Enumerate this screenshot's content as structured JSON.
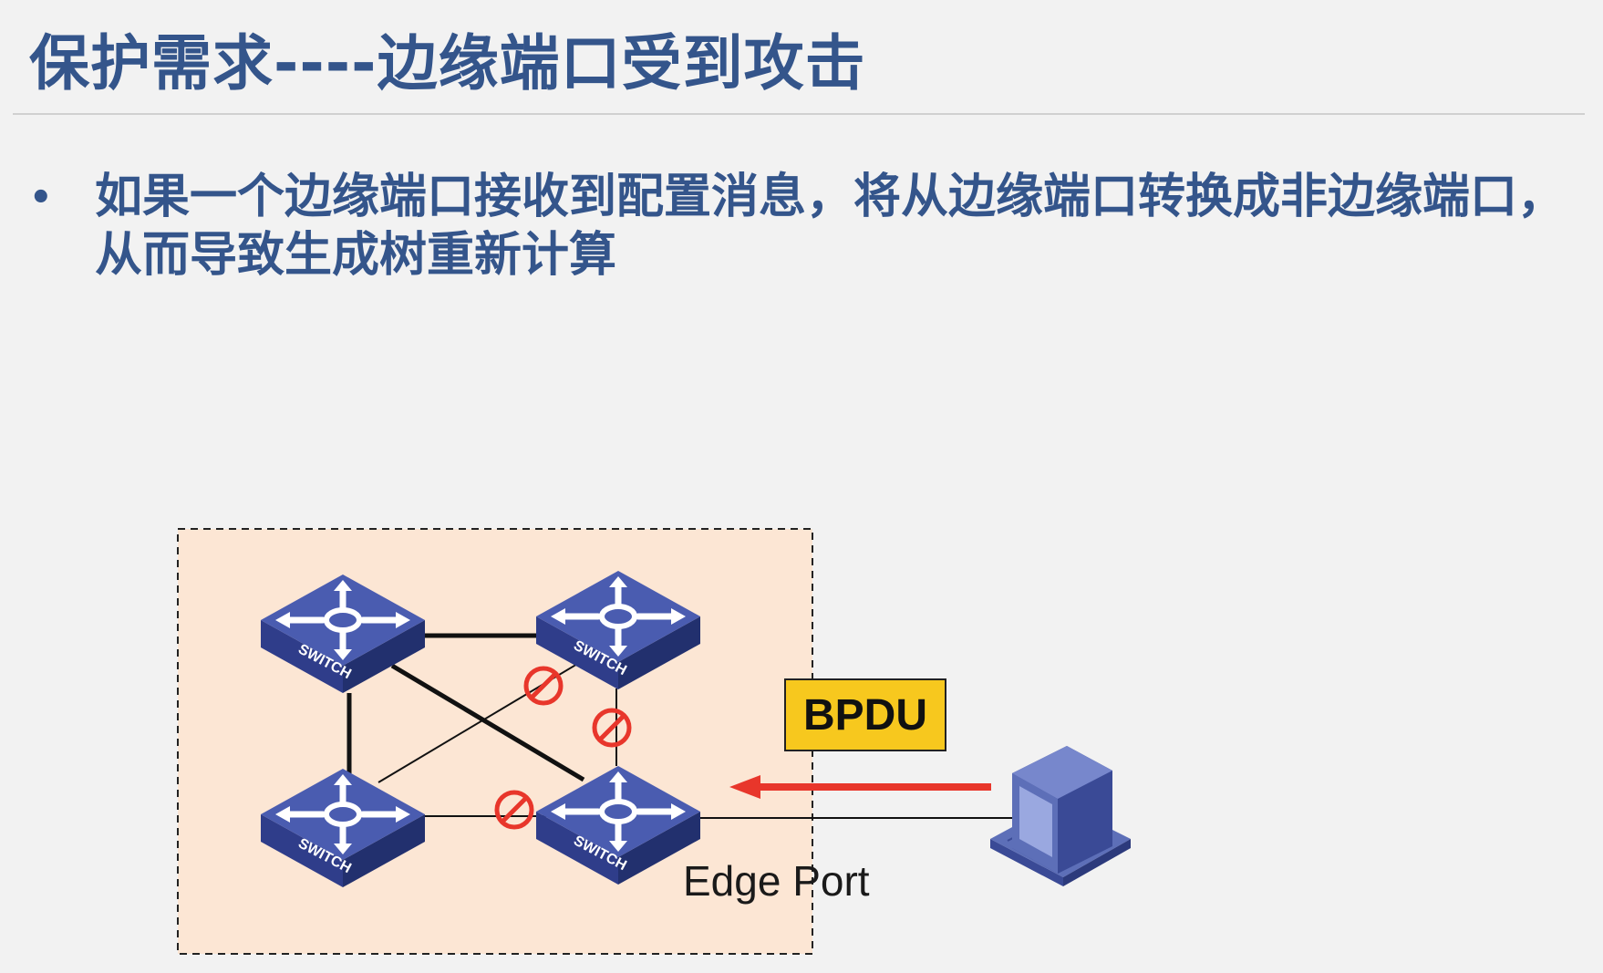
{
  "slide": {
    "title": "保护需求----边缘端口受到攻击",
    "bullet_symbol": "•",
    "bullet_text": "如果一个边缘端口接收到配置消息，将从边缘端口转换成非边缘端口，从而导致生成树重新计算"
  },
  "diagram": {
    "switch_label": "SWITCH",
    "bpdu_label": "BPDU",
    "edge_port_label": "Edge Port",
    "colors": {
      "zone_fill": "#fce6d4",
      "switch_top": "#4a5cb0",
      "switch_side": "#2f3d8a",
      "blocked_marker": "#e8362b",
      "arrow": "#e8362b",
      "bpdu_fill": "#f7c81e"
    }
  }
}
